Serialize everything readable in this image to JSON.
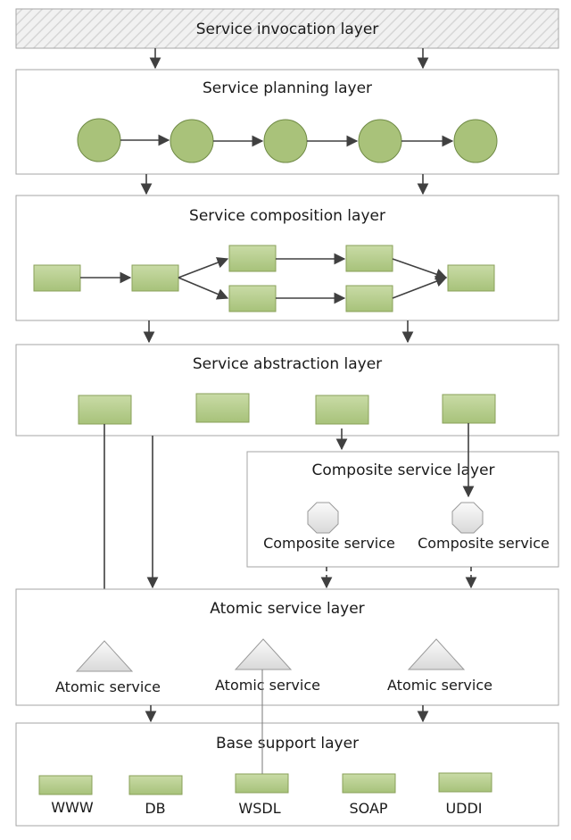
{
  "layers": {
    "invocation": "Service invocation layer",
    "planning": "Service planning layer",
    "composition": "Service composition layer",
    "abstraction": "Service abstraction layer",
    "composite": "Composite service layer",
    "atomic": "Atomic service layer",
    "base": "Base support layer"
  },
  "composite_services": [
    "Composite service",
    "Composite service"
  ],
  "atomic_services": [
    "Atomic service",
    "Atomic service",
    "Atomic service"
  ],
  "base_items": [
    "WWW",
    "DB",
    "WSDL",
    "SOAP",
    "UDDI"
  ],
  "colors": {
    "node_green": "#b5cc8e",
    "node_green_dark": "#8aa05a",
    "border": "#a6a6a6",
    "edge": "#404040"
  }
}
